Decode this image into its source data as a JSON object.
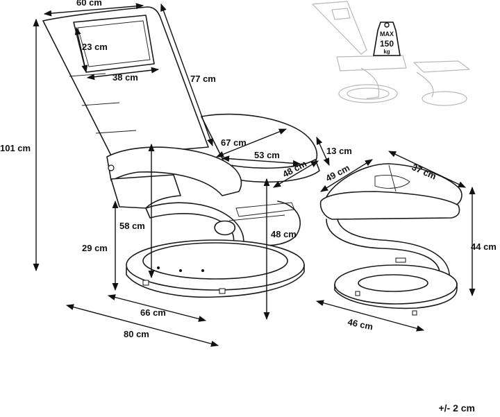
{
  "dimensions": {
    "seat_width": "60 cm",
    "headrest_height": "23 cm",
    "headrest_width": "38 cm",
    "backrest_length": "77 cm",
    "overall_height": "101 cm",
    "seat_depth": "67 cm",
    "seat_cushion_depth": "53 cm",
    "seat_thickness": "13 cm",
    "seat_front_width": "48 cm",
    "seat_height": "58 cm",
    "armrest_height": "29 cm",
    "base_height": "48 cm",
    "base_depth": "66 cm",
    "overall_depth": "80 cm",
    "ottoman_width": "49 cm",
    "ottoman_length": "37 cm",
    "ottoman_height": "44 cm",
    "ottoman_base": "46 cm"
  },
  "max_load": {
    "label": "MAX",
    "value": "150",
    "unit": "kg"
  },
  "tolerance": "+/- 2 cm"
}
